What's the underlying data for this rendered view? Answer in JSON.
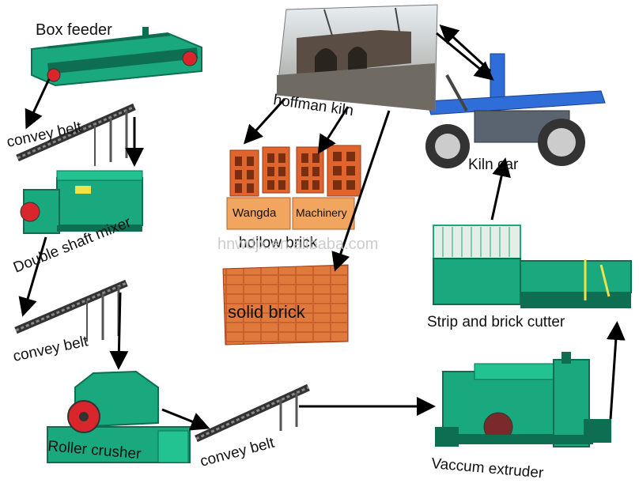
{
  "labels": {
    "box_feeder": "Box feeder",
    "convey_belt_1": "convey belt",
    "double_shaft_mixer": "Double shaft mixer",
    "convey_belt_2": "convey belt",
    "roller_crusher": "Roller crusher",
    "convey_belt_3": "convey belt",
    "vaccum_extruder": "Vaccum extruder",
    "strip_cutter": "Strip and brick cutter",
    "kiln_car": "Kiln car",
    "hoffman_kiln": "hoffman kiln",
    "hollow_brick": "hollow brick",
    "solid_brick": "solid brick",
    "brick_stamp_1": "Wangda",
    "brick_stamp_2": "Machinery",
    "watermark": "hnwdjx.en.alibaba.com"
  },
  "colors": {
    "machine_green": "#1aa87e",
    "machine_dark": "#0e6e52",
    "roller_red": "#d8262c",
    "brick_orange": "#e0652c",
    "arrow": "#000000",
    "kiln_car_blue": "#2f6ed8"
  }
}
